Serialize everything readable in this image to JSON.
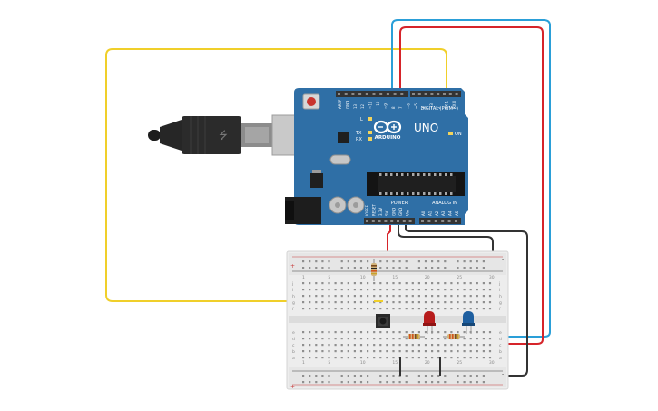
{
  "board": {
    "name": "Arduino Uno",
    "brand_text": "ARDUINO",
    "model_text": "UNO",
    "digital_header_label": "DIGITAL (PWM~)",
    "digital_pin_labels": [
      "AREF",
      "GND",
      "13",
      "12",
      "~11",
      "~10",
      "~9",
      "8",
      "7",
      "~6",
      "~5",
      "4",
      "~3",
      "2",
      "TX 1",
      "RX 0"
    ],
    "power_header_label": "POWER",
    "power_pin_labels": [
      "IOREF",
      "RESET",
      "3.3V",
      "5V",
      "GND",
      "GND",
      "Vin"
    ],
    "analog_header_label": "ANALOG IN",
    "analog_pin_labels": [
      "A0",
      "A1",
      "A2",
      "A3",
      "A4",
      "A5"
    ],
    "led_labels": [
      "L",
      "TX",
      "RX",
      "ON"
    ],
    "colors": {
      "pcb": "#2f6fa6",
      "header": "#333333",
      "chip": "#1f1f1f"
    }
  },
  "usb": {
    "name": "USB cable"
  },
  "breadboard": {
    "name": "breadboard",
    "row_letters_top": [
      "j",
      "i",
      "h",
      "g",
      "f"
    ],
    "row_letters_bottom": [
      "e",
      "d",
      "c",
      "b",
      "a"
    ],
    "column_numbers": [
      "1",
      "5",
      "10",
      "15",
      "20",
      "25",
      "30"
    ],
    "rail_plus": "+",
    "rail_minus": "-"
  },
  "components": {
    "led_red": {
      "name": "red LED",
      "color": "#b71c1c"
    },
    "led_blue": {
      "name": "blue LED",
      "color": "#1e5fa0"
    },
    "pushbutton": {
      "name": "pushbutton"
    },
    "resistors": [
      "resistor-pullup",
      "resistor-red-led",
      "resistor-blue-led"
    ]
  },
  "wires": {
    "yellow": "#f0cf2a",
    "red": "#d6242a",
    "blue": "#2a9fd8",
    "black": "#333333"
  }
}
